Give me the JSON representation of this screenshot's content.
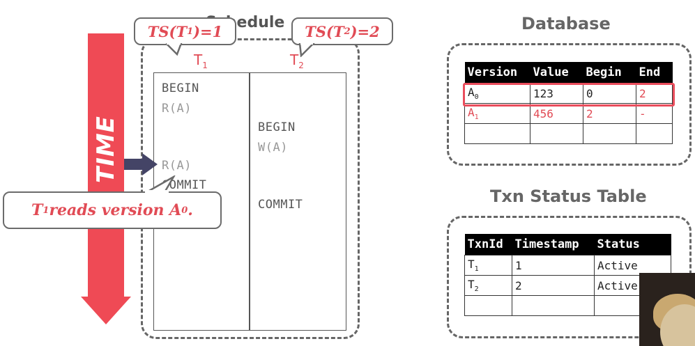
{
  "schedule": {
    "title": "Schedule",
    "t1": {
      "name": "T",
      "sub": "1"
    },
    "t2": {
      "name": "T",
      "sub": "2"
    },
    "t1_ops": [
      "BEGIN",
      "R(A)",
      "R(A)",
      "COMMIT"
    ],
    "t2_ops": [
      "BEGIN",
      "W(A)",
      "COMMIT"
    ]
  },
  "time_arrow": {
    "label": "TIME",
    "color": "#ef4a55"
  },
  "bubbles": {
    "ts1": {
      "prefix": "TS(T",
      "sub": "1",
      "suffix": ")=1"
    },
    "ts2": {
      "prefix": "TS(T",
      "sub": "2",
      "suffix": ")=2"
    },
    "reads": {
      "prefix": "T",
      "sub1": "1",
      "middle": " reads version A",
      "sub2": "0",
      "suffix": "."
    }
  },
  "database": {
    "title": "Database",
    "columns": [
      "Version",
      "Value",
      "Begin",
      "End"
    ],
    "rows": [
      {
        "version": "A",
        "version_sub": "0",
        "value": "123",
        "begin": "0",
        "end": "2"
      },
      {
        "version": "A",
        "version_sub": "1",
        "value": "456",
        "begin": "2",
        "end": "-"
      },
      {
        "version": "",
        "version_sub": "",
        "value": "",
        "begin": "",
        "end": ""
      }
    ]
  },
  "txn_status": {
    "title": "Txn Status Table",
    "columns": [
      "TxnId",
      "Timestamp",
      "Status"
    ],
    "rows": [
      {
        "txn": "T",
        "txn_sub": "1",
        "timestamp": "1",
        "status": "Active"
      },
      {
        "txn": "T",
        "txn_sub": "2",
        "timestamp": "2",
        "status": "Active"
      },
      {
        "txn": "",
        "txn_sub": "",
        "timestamp": "",
        "status": ""
      }
    ]
  },
  "colors": {
    "accent": "#e14b55",
    "frame": "#666666",
    "pointer": "#444466"
  }
}
